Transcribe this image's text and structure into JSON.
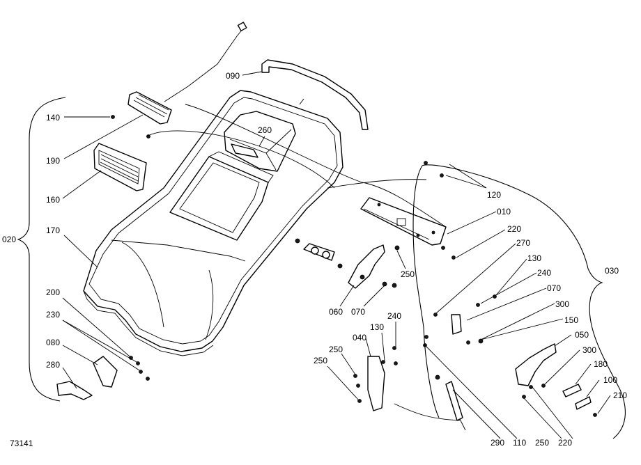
{
  "drawing_number": "73141",
  "callouts": [
    {
      "id": "090",
      "text": "090"
    },
    {
      "id": "140",
      "text": "140"
    },
    {
      "id": "190",
      "text": "190"
    },
    {
      "id": "160",
      "text": "160"
    },
    {
      "id": "260",
      "text": "260"
    },
    {
      "id": "120",
      "text": "120"
    },
    {
      "id": "010",
      "text": "010"
    },
    {
      "id": "220a",
      "text": "220"
    },
    {
      "id": "270",
      "text": "270"
    },
    {
      "id": "130a",
      "text": "130"
    },
    {
      "id": "240a",
      "text": "240"
    },
    {
      "id": "070a",
      "text": "070"
    },
    {
      "id": "300a",
      "text": "300"
    },
    {
      "id": "150",
      "text": "150"
    },
    {
      "id": "050",
      "text": "050"
    },
    {
      "id": "300b",
      "text": "300"
    },
    {
      "id": "180",
      "text": "180"
    },
    {
      "id": "100",
      "text": "100"
    },
    {
      "id": "210",
      "text": "210"
    },
    {
      "id": "020",
      "text": "020"
    },
    {
      "id": "170",
      "text": "170"
    },
    {
      "id": "030",
      "text": "030"
    },
    {
      "id": "250a",
      "text": "250"
    },
    {
      "id": "060",
      "text": "060"
    },
    {
      "id": "070b",
      "text": "070"
    },
    {
      "id": "200",
      "text": "200"
    },
    {
      "id": "230",
      "text": "230"
    },
    {
      "id": "080",
      "text": "080"
    },
    {
      "id": "280",
      "text": "280"
    },
    {
      "id": "040",
      "text": "040"
    },
    {
      "id": "130b",
      "text": "130"
    },
    {
      "id": "240b",
      "text": "240"
    },
    {
      "id": "250b",
      "text": "250"
    },
    {
      "id": "250c",
      "text": "250"
    },
    {
      "id": "290",
      "text": "290"
    },
    {
      "id": "110",
      "text": "110"
    },
    {
      "id": "250d",
      "text": "250"
    },
    {
      "id": "220b",
      "text": "220"
    }
  ]
}
